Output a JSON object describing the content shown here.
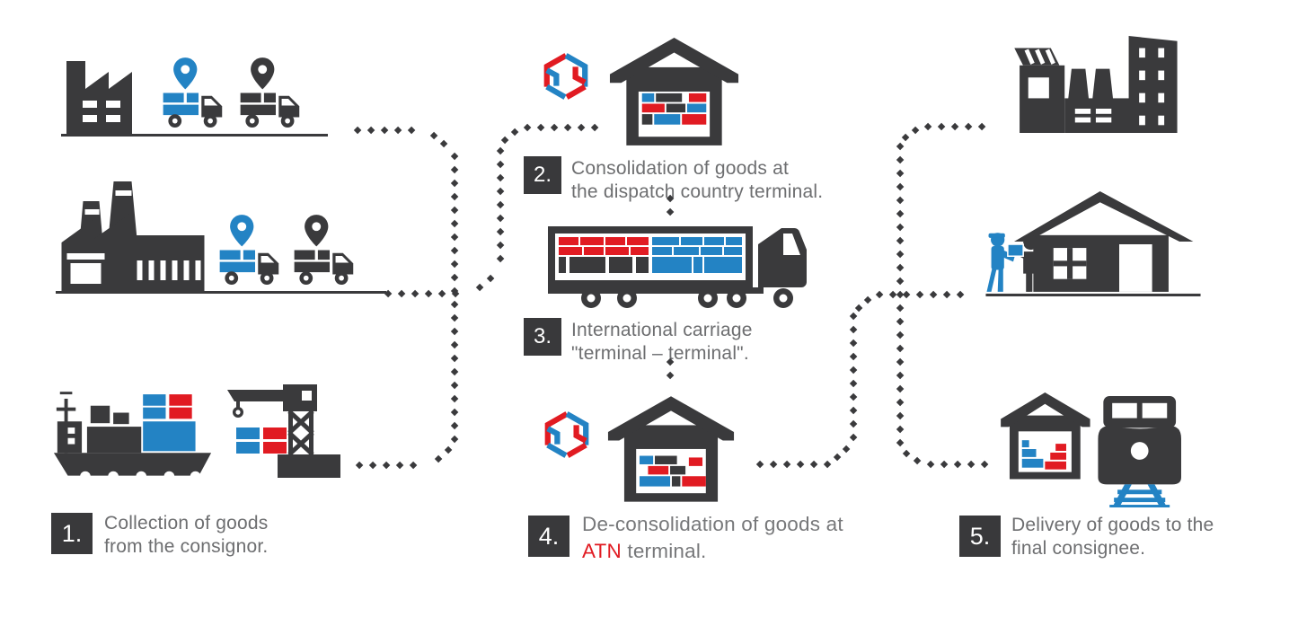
{
  "colors": {
    "dark": "#3a3a3c",
    "blue": "#2383c4",
    "red": "#e11b22",
    "text": "#6d6e70",
    "badge_bg": "#39393b",
    "badge_text": "#ffffff",
    "dot": "#3a3a3c"
  },
  "steps": [
    {
      "num": "1.",
      "line1": "Collection of goods",
      "line2": "from the consignor."
    },
    {
      "num": "2.",
      "line1": "Consolidation of goods at",
      "line2": "the dispatch country terminal."
    },
    {
      "num": "3.",
      "line1": "International carriage",
      "line2": "\"terminal – terminal\"."
    },
    {
      "num": "4.",
      "line1": "De-consolidation of goods at",
      "line2_highlight": "ATN",
      "line2_rest": " terminal."
    },
    {
      "num": "5.",
      "line1": "Delivery of goods to the",
      "line2": "final consignee."
    }
  ],
  "icons": {
    "factory_small": "factory-icon",
    "factory_large": "plant-icon",
    "truck_pin_blue": "truck-with-location-pin-blue-icon",
    "truck_pin_dark": "truck-with-location-pin-dark-icon",
    "ship": "cargo-ship-icon",
    "crane": "port-crane-icon",
    "logo": "atn-hexagon-logo-icon",
    "warehouse": "warehouse-with-cargo-icon",
    "semi_truck": "semi-trailer-truck-icon",
    "city": "industrial-buildings-icon",
    "house_delivery": "house-with-delivery-icon",
    "warehouse_small": "small-warehouse-icon",
    "train": "freight-train-icon"
  }
}
